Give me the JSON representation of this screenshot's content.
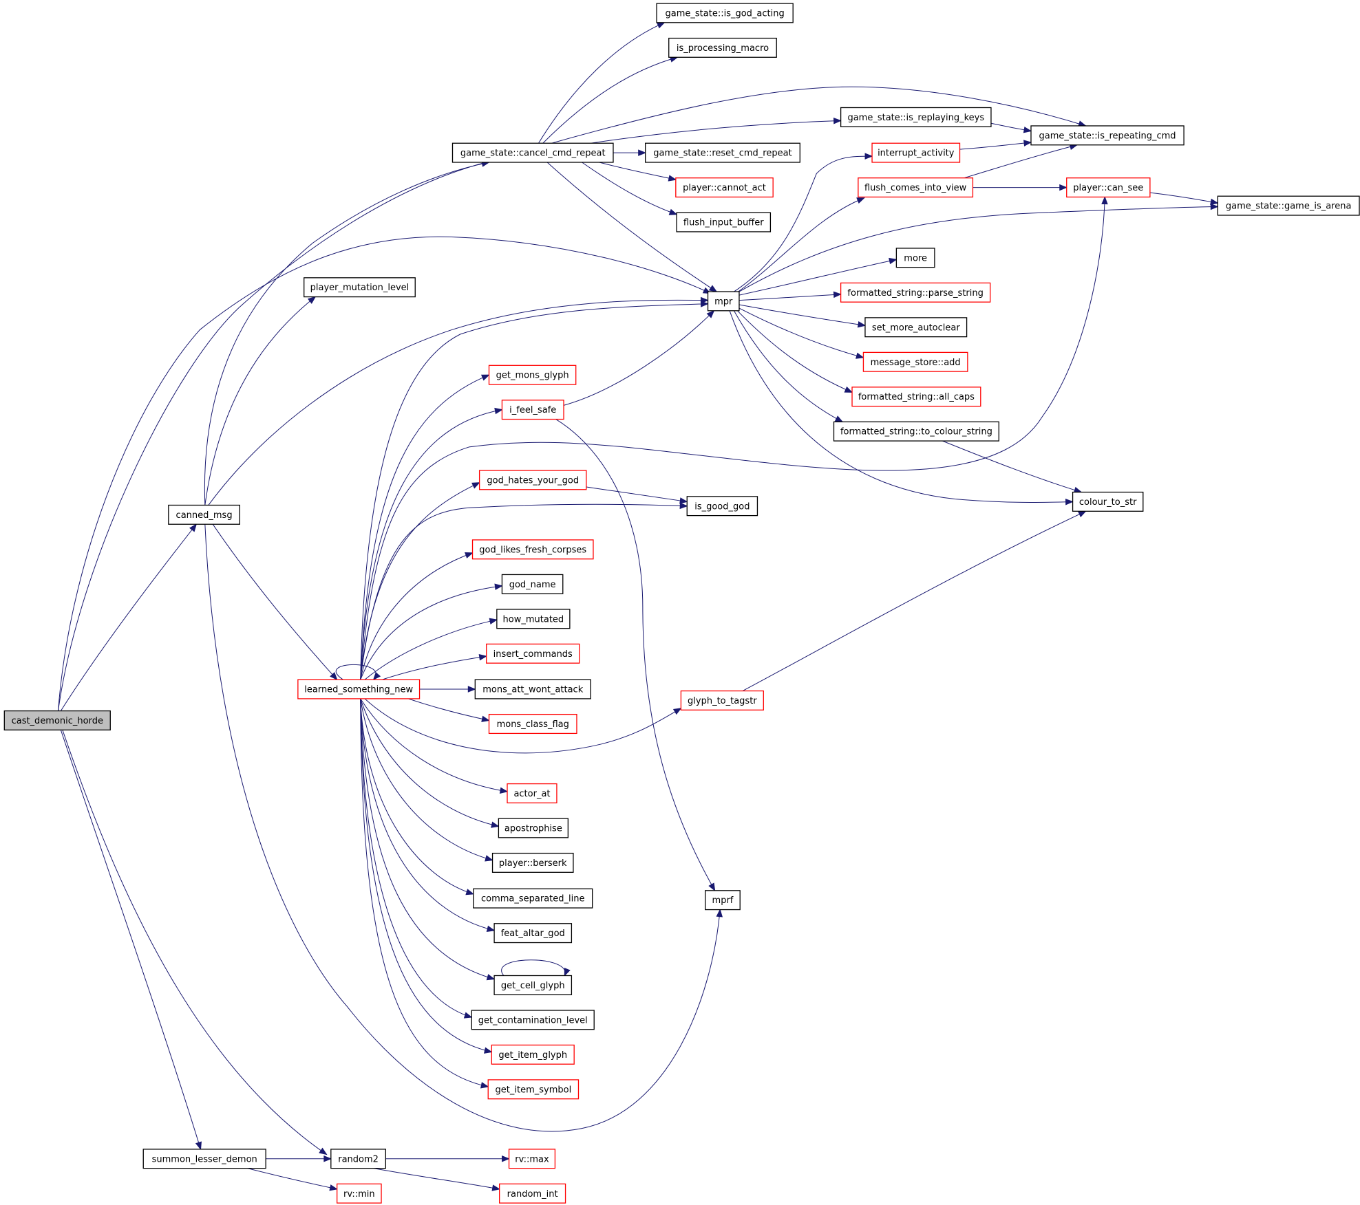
{
  "colors": {
    "edge": "#191970",
    "node_border_black": "#000000",
    "node_border_red": "#ff0000",
    "node_fill": "#ffffff",
    "root_fill": "#bfbfbf"
  },
  "nodes": [
    {
      "id": "cast_demonic_horde",
      "label": "cast_demonic_horde",
      "style": "root"
    },
    {
      "id": "canned_msg",
      "label": "canned_msg",
      "style": "black"
    },
    {
      "id": "summon_lesser_demon",
      "label": "summon_lesser_demon",
      "style": "black"
    },
    {
      "id": "random2",
      "label": "random2",
      "style": "black"
    },
    {
      "id": "rv_min",
      "label": "rv::min",
      "style": "red"
    },
    {
      "id": "rv_max",
      "label": "rv::max",
      "style": "red"
    },
    {
      "id": "random_int",
      "label": "random_int",
      "style": "red"
    },
    {
      "id": "player_mutation_level",
      "label": "player_mutation_level",
      "style": "black"
    },
    {
      "id": "learned_something_new",
      "label": "learned_something_new",
      "style": "red"
    },
    {
      "id": "cancel_cmd_repeat",
      "label": "game_state::cancel_cmd_repeat",
      "style": "black"
    },
    {
      "id": "is_god_acting",
      "label": "game_state::is_god_acting",
      "style": "black"
    },
    {
      "id": "is_processing_macro",
      "label": "is_processing_macro",
      "style": "black"
    },
    {
      "id": "is_replaying_keys",
      "label": "game_state::is_replaying_keys",
      "style": "black"
    },
    {
      "id": "is_repeating_cmd",
      "label": "game_state::is_repeating_cmd",
      "style": "black"
    },
    {
      "id": "reset_cmd_repeat",
      "label": "game_state::reset_cmd_repeat",
      "style": "black"
    },
    {
      "id": "player_cannot_act",
      "label": "player::cannot_act",
      "style": "red"
    },
    {
      "id": "flush_input_buffer",
      "label": "flush_input_buffer",
      "style": "black"
    },
    {
      "id": "mpr",
      "label": "mpr",
      "style": "black"
    },
    {
      "id": "interrupt_activity",
      "label": "interrupt_activity",
      "style": "red"
    },
    {
      "id": "flush_comes_into_view",
      "label": "flush_comes_into_view",
      "style": "red"
    },
    {
      "id": "player_can_see",
      "label": "player::can_see",
      "style": "red"
    },
    {
      "id": "game_is_arena",
      "label": "game_state::game_is_arena",
      "style": "black"
    },
    {
      "id": "more",
      "label": "more",
      "style": "black"
    },
    {
      "id": "parse_string",
      "label": "formatted_string::parse_string",
      "style": "red"
    },
    {
      "id": "set_more_autoclear",
      "label": "set_more_autoclear",
      "style": "black"
    },
    {
      "id": "message_store_add",
      "label": "message_store::add",
      "style": "red"
    },
    {
      "id": "all_caps",
      "label": "formatted_string::all_caps",
      "style": "red"
    },
    {
      "id": "to_colour_string",
      "label": "formatted_string::to_colour_string",
      "style": "black"
    },
    {
      "id": "colour_to_str",
      "label": "colour_to_str",
      "style": "black"
    },
    {
      "id": "get_mons_glyph",
      "label": "get_mons_glyph",
      "style": "red"
    },
    {
      "id": "i_feel_safe",
      "label": "i_feel_safe",
      "style": "red"
    },
    {
      "id": "god_hates_your_god",
      "label": "god_hates_your_god",
      "style": "red"
    },
    {
      "id": "is_good_god",
      "label": "is_good_god",
      "style": "black"
    },
    {
      "id": "god_likes_fresh_corpses",
      "label": "god_likes_fresh_corpses",
      "style": "red"
    },
    {
      "id": "god_name",
      "label": "god_name",
      "style": "black"
    },
    {
      "id": "how_mutated",
      "label": "how_mutated",
      "style": "black"
    },
    {
      "id": "insert_commands",
      "label": "insert_commands",
      "style": "red"
    },
    {
      "id": "mons_att_wont_attack",
      "label": "mons_att_wont_attack",
      "style": "black"
    },
    {
      "id": "mons_class_flag",
      "label": "mons_class_flag",
      "style": "red"
    },
    {
      "id": "glyph_to_tagstr",
      "label": "glyph_to_tagstr",
      "style": "red"
    },
    {
      "id": "actor_at",
      "label": "actor_at",
      "style": "red"
    },
    {
      "id": "apostrophise",
      "label": "apostrophise",
      "style": "black"
    },
    {
      "id": "player_berserk",
      "label": "player::berserk",
      "style": "black"
    },
    {
      "id": "comma_separated_line",
      "label": "comma_separated_line",
      "style": "black"
    },
    {
      "id": "feat_altar_god",
      "label": "feat_altar_god",
      "style": "black"
    },
    {
      "id": "get_cell_glyph",
      "label": "get_cell_glyph",
      "style": "black"
    },
    {
      "id": "get_contamination_level",
      "label": "get_contamination_level",
      "style": "black"
    },
    {
      "id": "get_item_glyph",
      "label": "get_item_glyph",
      "style": "red"
    },
    {
      "id": "get_item_symbol",
      "label": "get_item_symbol",
      "style": "red"
    },
    {
      "id": "mprf",
      "label": "mprf",
      "style": "black"
    }
  ],
  "edges": [
    [
      "cast_demonic_horde",
      "cancel_cmd_repeat"
    ],
    [
      "cast_demonic_horde",
      "mpr"
    ],
    [
      "cast_demonic_horde",
      "canned_msg"
    ],
    [
      "cast_demonic_horde",
      "summon_lesser_demon"
    ],
    [
      "cast_demonic_horde",
      "random2"
    ],
    [
      "canned_msg",
      "cancel_cmd_repeat"
    ],
    [
      "canned_msg",
      "player_mutation_level"
    ],
    [
      "canned_msg",
      "mpr"
    ],
    [
      "canned_msg",
      "learned_something_new"
    ],
    [
      "canned_msg",
      "mprf"
    ],
    [
      "summon_lesser_demon",
      "random2"
    ],
    [
      "summon_lesser_demon",
      "rv_min"
    ],
    [
      "random2",
      "rv_max"
    ],
    [
      "random2",
      "random_int"
    ],
    [
      "cancel_cmd_repeat",
      "is_god_acting"
    ],
    [
      "cancel_cmd_repeat",
      "is_processing_macro"
    ],
    [
      "cancel_cmd_repeat",
      "is_repeating_cmd"
    ],
    [
      "cancel_cmd_repeat",
      "is_replaying_keys"
    ],
    [
      "cancel_cmd_repeat",
      "reset_cmd_repeat"
    ],
    [
      "cancel_cmd_repeat",
      "player_cannot_act"
    ],
    [
      "cancel_cmd_repeat",
      "flush_input_buffer"
    ],
    [
      "cancel_cmd_repeat",
      "mpr"
    ],
    [
      "is_replaying_keys",
      "is_repeating_cmd"
    ],
    [
      "interrupt_activity",
      "is_repeating_cmd"
    ],
    [
      "flush_comes_into_view",
      "is_repeating_cmd"
    ],
    [
      "flush_comes_into_view",
      "player_can_see"
    ],
    [
      "player_can_see",
      "game_is_arena"
    ],
    [
      "mpr",
      "interrupt_activity"
    ],
    [
      "mpr",
      "flush_comes_into_view"
    ],
    [
      "mpr",
      "game_is_arena"
    ],
    [
      "mpr",
      "more"
    ],
    [
      "mpr",
      "parse_string"
    ],
    [
      "mpr",
      "set_more_autoclear"
    ],
    [
      "mpr",
      "message_store_add"
    ],
    [
      "mpr",
      "all_caps"
    ],
    [
      "mpr",
      "to_colour_string"
    ],
    [
      "mpr",
      "colour_to_str"
    ],
    [
      "to_colour_string",
      "colour_to_str"
    ],
    [
      "glyph_to_tagstr",
      "colour_to_str"
    ],
    [
      "i_feel_safe",
      "mpr"
    ],
    [
      "i_feel_safe",
      "mprf"
    ],
    [
      "god_hates_your_god",
      "is_good_god"
    ],
    [
      "learned_something_new",
      "learned_something_new"
    ],
    [
      "learned_something_new",
      "mpr"
    ],
    [
      "learned_something_new",
      "get_mons_glyph"
    ],
    [
      "learned_something_new",
      "i_feel_safe"
    ],
    [
      "learned_something_new",
      "player_can_see"
    ],
    [
      "learned_something_new",
      "god_hates_your_god"
    ],
    [
      "learned_something_new",
      "is_good_god"
    ],
    [
      "learned_something_new",
      "god_likes_fresh_corpses"
    ],
    [
      "learned_something_new",
      "god_name"
    ],
    [
      "learned_something_new",
      "how_mutated"
    ],
    [
      "learned_something_new",
      "insert_commands"
    ],
    [
      "learned_something_new",
      "mons_att_wont_attack"
    ],
    [
      "learned_something_new",
      "mons_class_flag"
    ],
    [
      "learned_something_new",
      "glyph_to_tagstr"
    ],
    [
      "learned_something_new",
      "actor_at"
    ],
    [
      "learned_something_new",
      "apostrophise"
    ],
    [
      "learned_something_new",
      "player_berserk"
    ],
    [
      "learned_something_new",
      "comma_separated_line"
    ],
    [
      "learned_something_new",
      "feat_altar_god"
    ],
    [
      "learned_something_new",
      "get_cell_glyph"
    ],
    [
      "learned_something_new",
      "get_contamination_level"
    ],
    [
      "learned_something_new",
      "get_item_glyph"
    ],
    [
      "learned_something_new",
      "get_item_symbol"
    ],
    [
      "get_cell_glyph",
      "get_cell_glyph"
    ]
  ]
}
